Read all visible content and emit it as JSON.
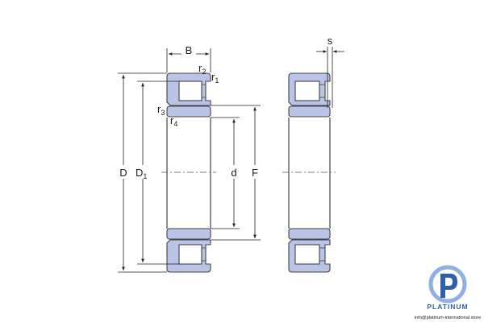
{
  "diagram": {
    "labels": {
      "B": "B",
      "s": "s",
      "r2": "r",
      "r2_sub": "2",
      "r1": "r",
      "r1_sub": "1",
      "r3": "r",
      "r3_sub": "3",
      "r4": "r",
      "r4_sub": "4",
      "D": "D",
      "D1": "D",
      "D1_sub": "1",
      "d": "d",
      "F": "F"
    },
    "colors": {
      "ring_fill": "#b9c4e6",
      "roller_fill": "#ffffff",
      "outline": "#444444",
      "dim_line": "#222222",
      "centerline": "#555555",
      "logo_blue": "#2f5fa8",
      "logo_light": "#8fb0e0"
    }
  },
  "brand": {
    "name": "PLATINUM",
    "email": "info@platinum-international.store"
  }
}
